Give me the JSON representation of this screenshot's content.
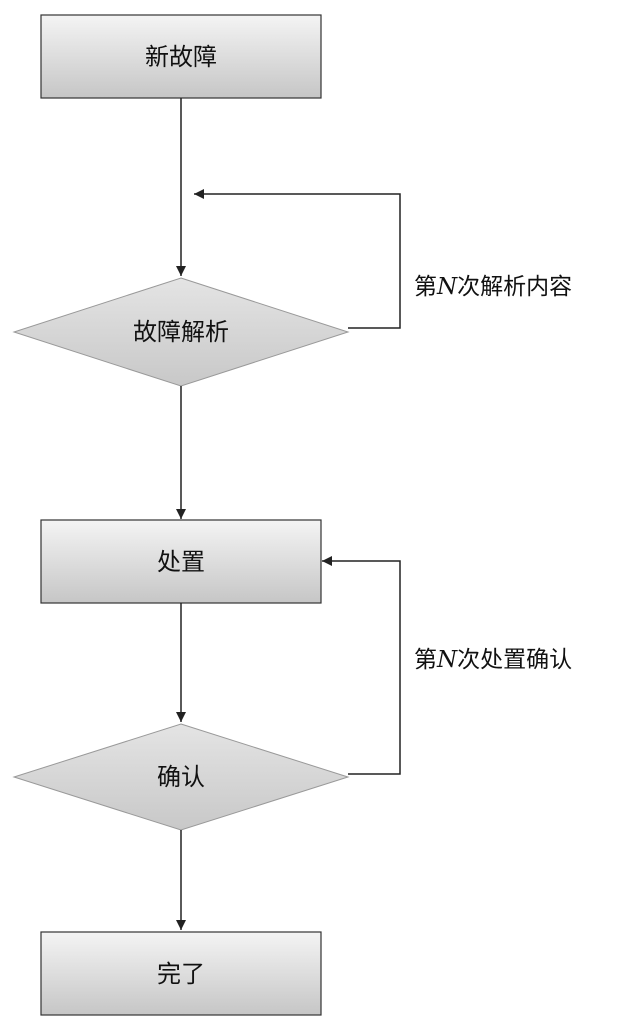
{
  "nodes": {
    "new_fault": "新故障",
    "fault_analysis": "故障解析",
    "disposal": "处置",
    "confirm": "确认",
    "end": "完了"
  },
  "loops": {
    "analysis_loop": {
      "prefix": "第",
      "var": "N",
      "suffix": "次解析内容"
    },
    "disposal_loop": {
      "prefix": "第",
      "var": "N",
      "suffix": "次处置确认"
    }
  },
  "colors": {
    "box_fill_top": "#f2f2f2",
    "box_fill_bottom": "#c9c9c9",
    "diamond_fill": "#d4d4d4",
    "stroke": "#222222"
  }
}
